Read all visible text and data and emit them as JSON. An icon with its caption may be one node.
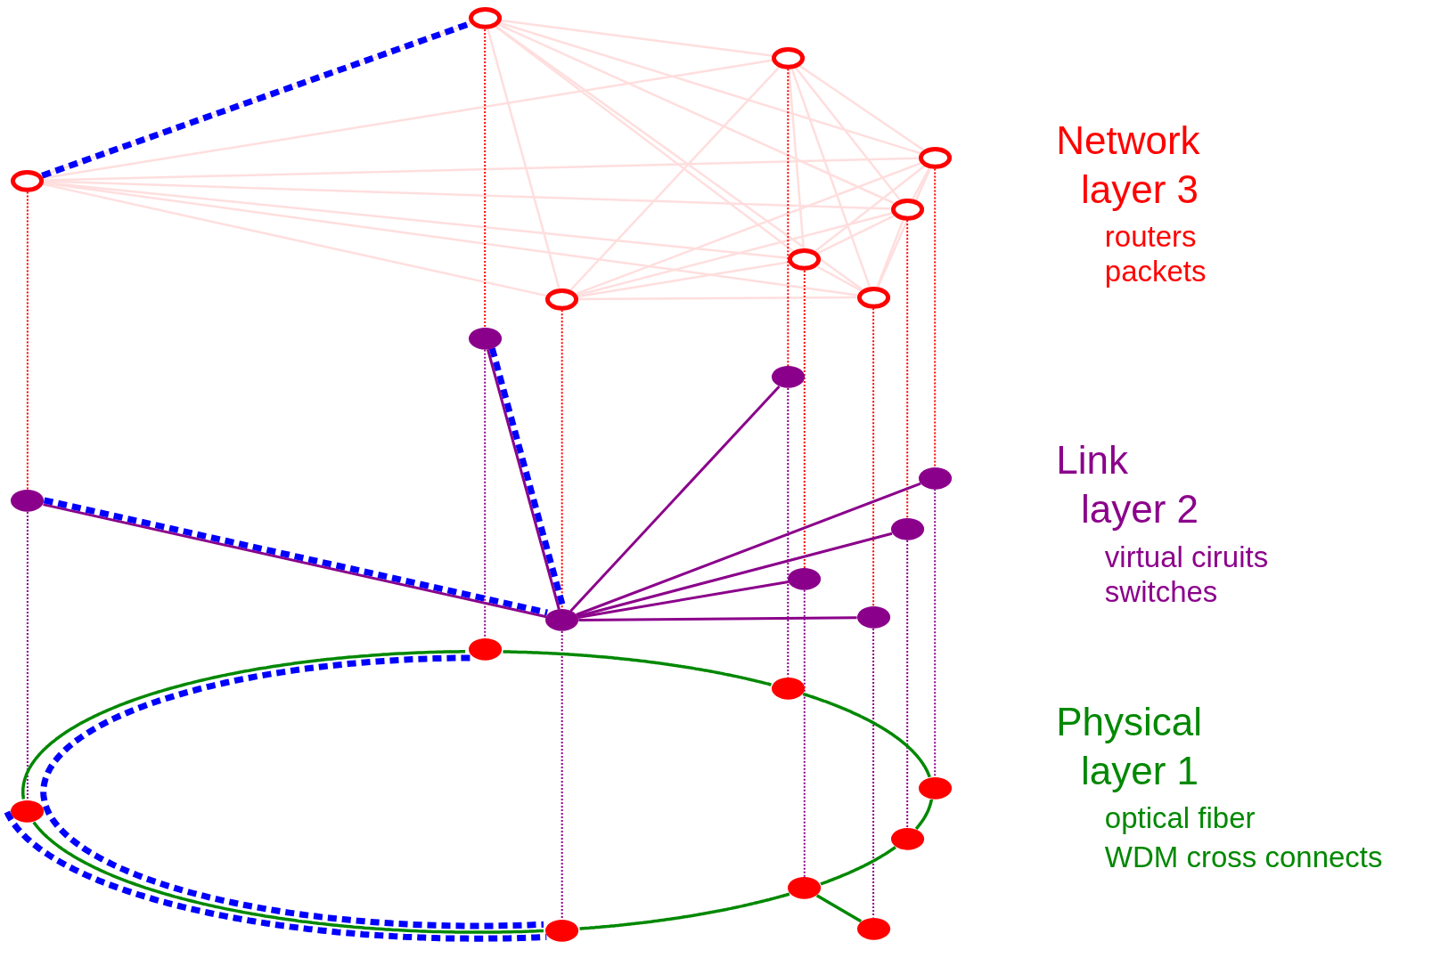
{
  "diagram": {
    "nodes": [
      {
        "text": [],
        "shape": "circle"
      },
      {
        "text": [],
        "shape": "circle"
      },
      {
        "text": [],
        "shape": "circle"
      },
      {
        "text": [],
        "shape": "circle"
      },
      {
        "text": [],
        "shape": "circle"
      },
      {
        "text": [],
        "shape": "circle"
      },
      {
        "text": [],
        "shape": "circle"
      },
      {
        "text": [],
        "shape": "circle"
      },
      {
        "text": [],
        "shape": "circle"
      },
      {
        "text": [],
        "shape": "circle"
      },
      {
        "text": [],
        "shape": "circle"
      },
      {
        "text": [],
        "shape": "circle"
      },
      {
        "text": [],
        "shape": "circle"
      },
      {
        "text": [],
        "shape": "circle"
      },
      {
        "text": [],
        "shape": "circle"
      },
      {
        "text": [],
        "shape": "circle"
      },
      {
        "text": [],
        "shape": "circle"
      },
      {
        "text": [],
        "shape": "circle"
      },
      {
        "text": [],
        "shape": "circle"
      },
      {
        "text": [],
        "shape": "circle"
      },
      {
        "text": [],
        "shape": "circle"
      },
      {
        "text": [],
        "shape": "circle"
      },
      {
        "text": [],
        "shape": "circle"
      },
      {
        "text": [],
        "shape": "circle"
      }
    ],
    "edges": [
      {
        "from": 0,
        "to": 1,
        "arrow": "none"
      },
      {
        "from": 0,
        "to": 2,
        "arrow": "none"
      },
      {
        "from": 0,
        "to": 3,
        "arrow": "none"
      },
      {
        "from": 0,
        "to": 4,
        "arrow": "none"
      },
      {
        "from": 0,
        "to": 5,
        "arrow": "none"
      },
      {
        "from": 0,
        "to": 6,
        "arrow": "none"
      },
      {
        "from": 0,
        "to": 7,
        "arrow": "none"
      },
      {
        "from": 1,
        "to": 2,
        "arrow": "none"
      },
      {
        "from": 1,
        "to": 3,
        "arrow": "none"
      },
      {
        "from": 1,
        "to": 4,
        "arrow": "none"
      },
      {
        "from": 1,
        "to": 5,
        "arrow": "none"
      },
      {
        "from": 1,
        "to": 6,
        "arrow": "none"
      },
      {
        "from": 1,
        "to": 7,
        "arrow": "none"
      },
      {
        "from": 2,
        "to": 3,
        "arrow": "none"
      },
      {
        "from": 2,
        "to": 4,
        "arrow": "none"
      },
      {
        "from": 2,
        "to": 5,
        "arrow": "none"
      },
      {
        "from": 2,
        "to": 6,
        "arrow": "none"
      },
      {
        "from": 2,
        "to": 7,
        "arrow": "none"
      },
      {
        "from": 3,
        "to": 4,
        "arrow": "none"
      },
      {
        "from": 3,
        "to": 5,
        "arrow": "none"
      },
      {
        "from": 3,
        "to": 6,
        "arrow": "none"
      },
      {
        "from": 3,
        "to": 7,
        "arrow": "none"
      },
      {
        "from": 4,
        "to": 5,
        "arrow": "none"
      },
      {
        "from": 4,
        "to": 6,
        "arrow": "none"
      },
      {
        "from": 4,
        "to": 7,
        "arrow": "none"
      },
      {
        "from": 5,
        "to": 6,
        "arrow": "none"
      },
      {
        "from": 5,
        "to": 7,
        "arrow": "none"
      },
      {
        "from": 6,
        "to": 7,
        "arrow": "none"
      },
      {
        "from": 0,
        "to": 8,
        "arrow": "none",
        "style": "dashed",
        "color": "#ff0000"
      },
      {
        "from": 1,
        "to": 9,
        "arrow": "none",
        "style": "dashed",
        "color": "#ff0000"
      },
      {
        "from": 2,
        "to": 10,
        "arrow": "none",
        "style": "dashed",
        "color": "#ff0000"
      },
      {
        "from": 3,
        "to": 11,
        "arrow": "none",
        "style": "dashed",
        "color": "#ff0000"
      },
      {
        "from": 4,
        "to": 12,
        "arrow": "none",
        "style": "dashed",
        "color": "#ff0000"
      },
      {
        "from": 5,
        "to": 13,
        "arrow": "none",
        "style": "dashed",
        "color": "#ff0000"
      },
      {
        "from": 6,
        "to": 14,
        "arrow": "none",
        "style": "dashed",
        "color": "#ff0000"
      },
      {
        "from": 7,
        "to": 15,
        "arrow": "none",
        "style": "dashed",
        "color": "#ff0000"
      },
      {
        "from": 8,
        "to": 16,
        "arrow": "none",
        "style": "dashed",
        "color": "#8b008b"
      },
      {
        "from": 9,
        "to": 17,
        "arrow": "none",
        "style": "dashed",
        "color": "#8b008b"
      },
      {
        "from": 10,
        "to": 18,
        "arrow": "none",
        "style": "dashed",
        "color": "#8b008b"
      },
      {
        "from": 11,
        "to": 19,
        "arrow": "none",
        "style": "dashed",
        "color": "#8b008b"
      },
      {
        "from": 12,
        "to": 20,
        "arrow": "none",
        "style": "dashed",
        "color": "#8b008b"
      },
      {
        "from": 13,
        "to": 21,
        "arrow": "none",
        "style": "dashed",
        "color": "#8b008b"
      },
      {
        "from": 14,
        "to": 22,
        "arrow": "none",
        "style": "dashed",
        "color": "#8b008b"
      },
      {
        "from": 15,
        "to": 23,
        "arrow": "none",
        "style": "dashed",
        "color": "#8b008b"
      },
      {
        "from": 10,
        "to": 8,
        "arrow": "none",
        "color": "#8b008b"
      },
      {
        "from": 10,
        "to": 9,
        "arrow": "none",
        "color": "#8b008b"
      },
      {
        "from": 10,
        "to": 11,
        "arrow": "none",
        "color": "#8b008b"
      },
      {
        "from": 10,
        "to": 12,
        "arrow": "none",
        "color": "#8b008b"
      },
      {
        "from": 10,
        "to": 13,
        "arrow": "none",
        "color": "#8b008b"
      },
      {
        "from": 10,
        "to": 14,
        "arrow": "none",
        "color": "#8b008b"
      },
      {
        "from": 10,
        "to": 15,
        "arrow": "none",
        "color": "#8b008b"
      },
      {
        "from": 16,
        "to": 17,
        "arrow": "none",
        "color": "#008800"
      },
      {
        "from": 17,
        "to": 19,
        "arrow": "none",
        "color": "#008800"
      },
      {
        "from": 19,
        "to": 23,
        "arrow": "none",
        "color": "#008800"
      },
      {
        "from": 23,
        "to": 22,
        "arrow": "none",
        "color": "#008800"
      },
      {
        "from": 22,
        "to": 20,
        "arrow": "none",
        "color": "#008800"
      },
      {
        "from": 20,
        "to": 18,
        "arrow": "none",
        "color": "#008800"
      },
      {
        "from": 18,
        "to": 16,
        "arrow": "none",
        "color": "#008800"
      },
      {
        "from": 20,
        "to": 21,
        "arrow": "none",
        "color": "#008800"
      },
      {
        "from": 0,
        "to": 1,
        "arrow": "none",
        "style": "dashed",
        "color": "#0000ff"
      },
      {
        "from": 8,
        "to": 10,
        "arrow": "none",
        "style": "dashed",
        "color": "#0000ff"
      },
      {
        "from": 9,
        "to": 10,
        "arrow": "none",
        "style": "dashed",
        "color": "#0000ff"
      },
      {
        "from": 17,
        "to": 18,
        "arrow": "none",
        "style": "dashed",
        "color": "#0000ff"
      },
      {
        "from": 16,
        "to": 18,
        "arrow": "none",
        "style": "dashed",
        "color": "#0000ff"
      }
    ],
    "labels": [
      "Network",
      "layer 3",
      "routers",
      "packets",
      "Link",
      "layer 2",
      "virtual ciruits",
      "switches",
      "Physical",
      "layer 1",
      "optical fiber",
      "WDM cross connects"
    ]
  }
}
